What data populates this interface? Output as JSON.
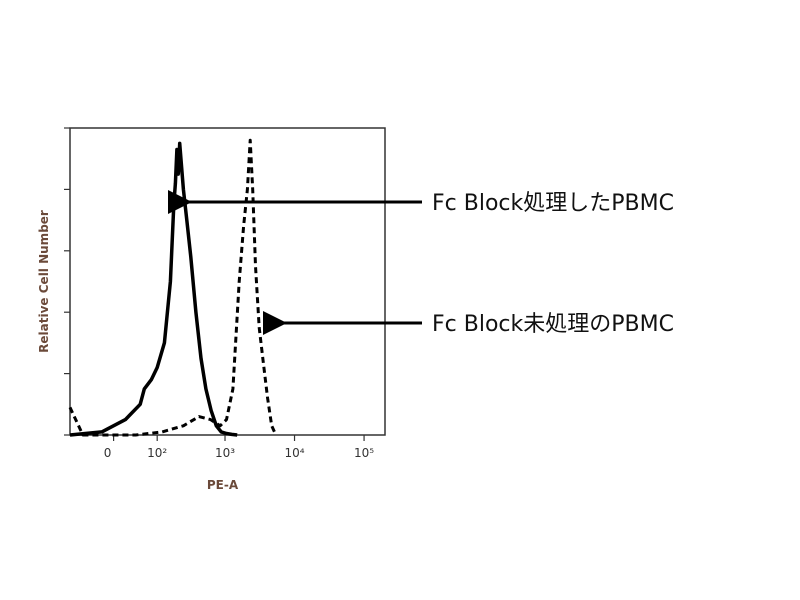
{
  "chart_data": {
    "type": "line",
    "title": "",
    "xlabel": "PE-A",
    "ylabel": "Relative Cell Number",
    "x_scale": "biexponential",
    "x_tick_labels": [
      "0",
      "10²",
      "10³",
      "10⁴",
      "10⁵"
    ],
    "x_tick_values": [
      0,
      100,
      1000,
      10000,
      100000
    ],
    "xlim": [
      -100,
      200000
    ],
    "ylim": [
      0,
      100
    ],
    "grid": false,
    "legend": "none",
    "series": [
      {
        "style": "solid",
        "color": "#000000",
        "x": [
          -100,
          -20,
          20,
          50,
          60,
          80,
          100,
          130,
          160,
          180,
          190,
          200,
          210,
          220,
          250,
          280,
          320,
          380,
          450,
          530,
          630,
          750,
          880,
          1050,
          1250,
          1500
        ],
        "y": [
          0,
          1,
          5,
          10,
          15,
          18,
          22,
          30,
          50,
          75,
          82,
          93,
          85,
          95,
          80,
          70,
          58,
          40,
          25,
          15,
          8,
          3,
          1,
          0.5,
          0.2,
          0
        ]
      },
      {
        "style": "dashed",
        "color": "#000000",
        "x": [
          -100,
          -60,
          -20,
          40,
          120,
          250,
          420,
          620,
          850,
          1050,
          1300,
          1600,
          1850,
          2100,
          2300,
          2500,
          2750,
          3100,
          3500,
          4100,
          4700,
          5400
        ],
        "y": [
          9,
          0,
          0,
          0,
          1,
          3,
          6,
          5,
          3,
          5,
          15,
          50,
          68,
          80,
          96,
          80,
          55,
          35,
          25,
          12,
          3,
          0
        ]
      }
    ],
    "annotations": [
      {
        "text": "Fc Block処理したPBMC",
        "points_to": 0
      },
      {
        "text": "Fc Block未処理のPBMC",
        "points_to": 1
      }
    ]
  },
  "colors": {
    "line": "#000000",
    "axis_frame": "#333333",
    "axis_label": "#6b4a3a"
  }
}
